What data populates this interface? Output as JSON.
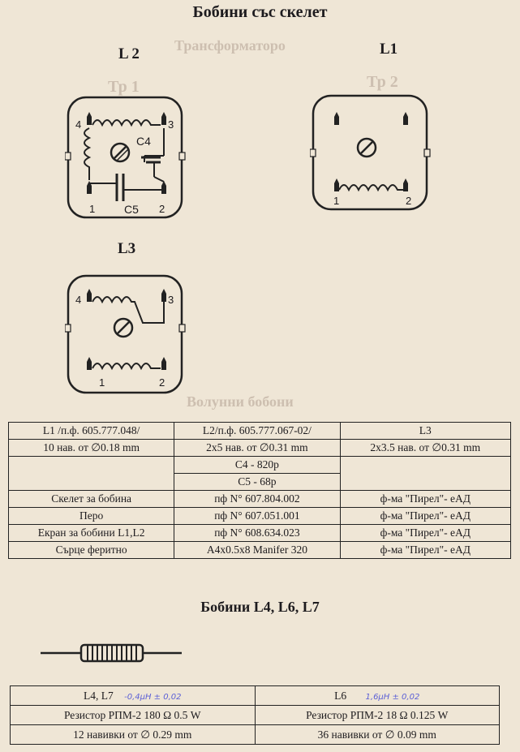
{
  "title": "Бобини със скелет",
  "coils": {
    "l2": {
      "label": "L 2",
      "pins": [
        "4",
        "3",
        "1",
        "2"
      ],
      "c4": "C4",
      "c5": "C5"
    },
    "l1": {
      "label": "L1",
      "pins": [
        "1",
        "2"
      ]
    },
    "l3": {
      "label": "L3",
      "pins": [
        "4",
        "3",
        "1",
        "2"
      ]
    }
  },
  "spec_table": {
    "rows": [
      [
        "L1 /п.ф. 605.777.048/",
        "L2/п.ф. 605.777.067-02/",
        "L3"
      ],
      [
        "10 нав. от ∅0.18 mm",
        "2x5 нав. от ∅0.31 mm",
        "2x3.5 нав. от ∅0.31 mm"
      ],
      [
        "",
        "C4 - 820p",
        ""
      ],
      [
        "",
        "C5 - 68p",
        ""
      ],
      [
        "Скелет за бобина",
        "пф N° 607.804.002",
        "ф-ма \"Пирел\"- еАД"
      ],
      [
        "Перо",
        "пф N° 607.051.001",
        "ф-ма \"Пирел\"- еАД"
      ],
      [
        "Екран за бобини L1,L2",
        "пф N° 608.634.023",
        "ф-ма \"Пирел\"- еАД"
      ],
      [
        "Сърце феритно",
        "A4x0.5x8 Manifer 320",
        "ф-ма \"Пирел\"- еАД"
      ]
    ]
  },
  "subtitle": "Бобини L4, L6, L7",
  "bottom_table": {
    "headers": [
      "L4, L7",
      "L6"
    ],
    "rows": [
      [
        "Резистор РПМ-2 180 Ω 0.5 W",
        "Резистор РПМ-2 18 Ω 0.125 W"
      ],
      [
        "12 навивки от ∅ 0.29 mm",
        "36 навивки от ∅ 0.09 mm"
      ]
    ],
    "handwritten": [
      "-0,4µH ± 0,02",
      "1,6µH ± 0,02"
    ]
  },
  "bleed_text": {
    "t1": "Трансформаторо",
    "t2": "Тр 1",
    "t3": "Тр 2",
    "t4": "Волунни бобони"
  },
  "colors": {
    "paper": "#efe6d6",
    "ink": "#1d1b1e",
    "ghost": "#cdbfb0",
    "handwriting": "#5b5fd6"
  }
}
